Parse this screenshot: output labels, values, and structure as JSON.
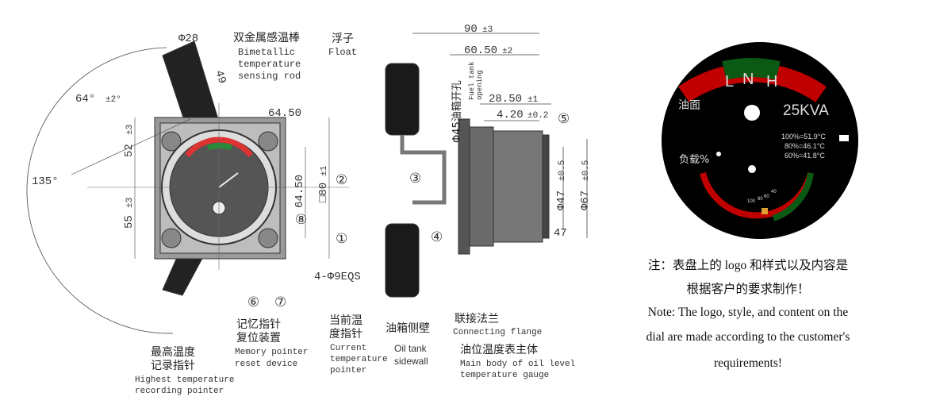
{
  "drawing": {
    "dims": {
      "dia28": "Φ28",
      "len49": "49",
      "angle64": "64°",
      "tol2deg": "±2°",
      "angle135": "135°",
      "h52": "52",
      "tol52": "±3",
      "h55": "55",
      "tol55": "±3",
      "w6450_top": "64.50",
      "h6450_side": "64.50",
      "sq80": "□80",
      "tol80": "±1",
      "holes": "4-Φ9EQS",
      "d90": "90",
      "tol90": "±3",
      "d6050": "60.50",
      "tol6050": "±2",
      "d2850": "28.50",
      "tol2850": "±1",
      "d420": "4.20",
      "tol420": "±0.2",
      "tank_hole_cn": "Φ45油箱开孔",
      "tank_hole_en1": "Fuel tank",
      "tank_hole_en2": "opening",
      "d47": "Φ47",
      "tol47": "±0.5",
      "d67": "Φ67",
      "tol67": "±0.5",
      "len47": "47"
    },
    "callouts": [
      "①",
      "②",
      "③",
      "④",
      "⑤",
      "⑥",
      "⑦",
      "⑧"
    ],
    "labels": {
      "rod_cn": "双金属感温棒",
      "rod_en1": "Bimetallic",
      "rod_en2": "temperature",
      "rod_en3": "sensing rod",
      "float_cn": "浮子",
      "float_en": "Float",
      "memory_cn1": "记忆指针",
      "memory_cn2": "复位装置",
      "memory_en1": "Memory pointer",
      "memory_en2": "reset device",
      "current_cn1": "当前温",
      "current_cn2": "度指针",
      "current_en1": "Current",
      "current_en2": "temperature",
      "current_en3": "pointer",
      "highest_cn1": "最高温度",
      "highest_cn2": "记录指针",
      "highest_en1": "Highest temperature",
      "highest_en2": "recording pointer",
      "sidewall_cn": "油箱侧壁",
      "sidewall_en1": "Oil tank",
      "sidewall_en2": "sidewall",
      "flange_cn": "联接法兰",
      "flange_en": "Connecting flange",
      "body_cn": "油位温度表主体",
      "body_en1": "Main body of oil level",
      "body_en2": "temperature gauge"
    }
  },
  "dial": {
    "L": "L",
    "N": "N",
    "H": "H",
    "oil_level": "油面",
    "rating": "25KVA",
    "t100": "100%=51.9°C",
    "t80": "80%=46.1°C",
    "t60": "60%=41.8°C",
    "load": "负载%",
    "scale": [
      "100",
      "80",
      "60",
      "40"
    ],
    "colors": {
      "red": "#c00000",
      "green": "#0a5a14",
      "amber": "#e0a030",
      "face": "#000000"
    }
  },
  "note": {
    "cn1": "注：表盘上的 logo 和样式以及内容是",
    "cn2": "根据客户的要求制作！",
    "en1": "Note: The logo, style, and content on the",
    "en2": "dial are made according to the customer's",
    "en3": "requirements!"
  }
}
